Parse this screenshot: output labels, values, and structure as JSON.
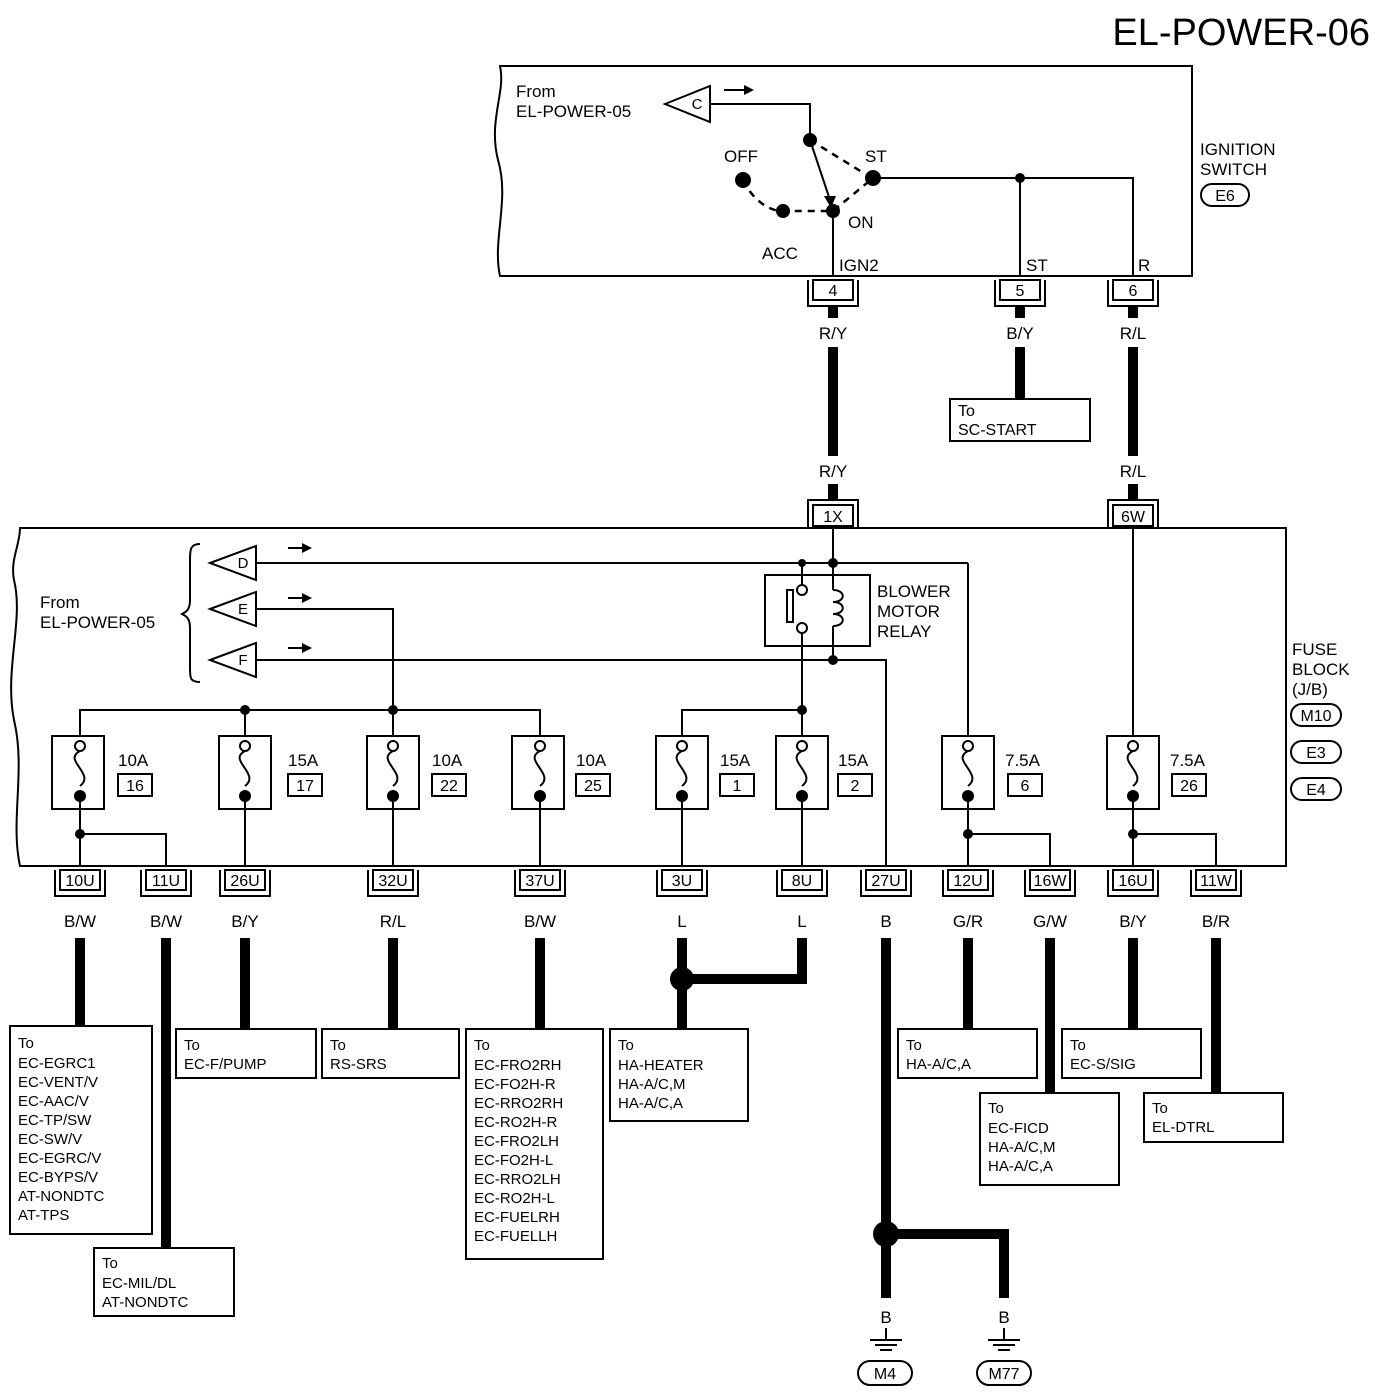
{
  "page_title": "EL-POWER-06",
  "ignition_switch": {
    "name": [
      "IGNITION",
      "SWITCH"
    ],
    "connector": "E6",
    "from_label": [
      "From",
      "EL-POWER-05"
    ],
    "from_ref": "C",
    "positions": {
      "off": "OFF",
      "acc": "ACC",
      "on": "ON",
      "st": "ST"
    },
    "outputs": [
      {
        "name": "IGN2",
        "pin": "4",
        "wire": "R/Y"
      },
      {
        "name": "ST",
        "pin": "5",
        "wire": "B/Y"
      },
      {
        "name": "R",
        "pin": "6",
        "wire": "R/L"
      }
    ],
    "st_destination": [
      "To",
      "SC-START"
    ]
  },
  "fuse_block": {
    "name": [
      "FUSE",
      "BLOCK",
      "(J/B)"
    ],
    "connectors": [
      "M10",
      "E3",
      "E4"
    ],
    "inputs": [
      {
        "pin": "1X",
        "wire": "R/Y"
      },
      {
        "pin": "6W",
        "wire": "R/L"
      }
    ],
    "from_label": [
      "From",
      "EL-POWER-05"
    ],
    "from_refs": [
      "D",
      "E",
      "F"
    ],
    "relay_name": [
      "BLOWER",
      "MOTOR",
      "RELAY"
    ],
    "fuses": [
      {
        "rating": "10A",
        "number": "16"
      },
      {
        "rating": "15A",
        "number": "17"
      },
      {
        "rating": "10A",
        "number": "22"
      },
      {
        "rating": "10A",
        "number": "25"
      },
      {
        "rating": "15A",
        "number": "1"
      },
      {
        "rating": "15A",
        "number": "2"
      },
      {
        "rating": "7.5A",
        "number": "6"
      },
      {
        "rating": "7.5A",
        "number": "26"
      }
    ]
  },
  "outputs": [
    {
      "pin": "10U",
      "wire": "B/W"
    },
    {
      "pin": "11U",
      "wire": "B/W"
    },
    {
      "pin": "26U",
      "wire": "B/Y"
    },
    {
      "pin": "32U",
      "wire": "R/L"
    },
    {
      "pin": "37U",
      "wire": "B/W"
    },
    {
      "pin": "3U",
      "wire": "L"
    },
    {
      "pin": "8U",
      "wire": "L"
    },
    {
      "pin": "27U",
      "wire": "B"
    },
    {
      "pin": "12U",
      "wire": "G/R"
    },
    {
      "pin": "16W",
      "wire": "G/W"
    },
    {
      "pin": "16U",
      "wire": "B/Y"
    },
    {
      "pin": "11W",
      "wire": "B/R"
    }
  ],
  "destinations": {
    "d10u": [
      "To",
      "EC-EGRC1",
      "EC-VENT/V",
      "EC-AAC/V",
      "EC-TP/SW",
      "EC-SW/V",
      "EC-EGRC/V",
      "EC-BYPS/V",
      "AT-NONDTC",
      "AT-TPS"
    ],
    "d11u": [
      "To",
      "EC-MIL/DL",
      "AT-NONDTC"
    ],
    "d26u": [
      "To",
      "EC-F/PUMP"
    ],
    "d32u": [
      "To",
      "RS-SRS"
    ],
    "d37u": [
      "To",
      "EC-FRO2RH",
      "EC-FO2H-R",
      "EC-RRO2RH",
      "EC-RO2H-R",
      "EC-FRO2LH",
      "EC-FO2H-L",
      "EC-RRO2LH",
      "EC-RO2H-L",
      "EC-FUELRH",
      "EC-FUELLH"
    ],
    "d3u": [
      "To",
      "HA-HEATER",
      "HA-A/C,M",
      "HA-A/C,A"
    ],
    "d12u": [
      "To",
      "HA-A/C,A"
    ],
    "d16w": [
      "To",
      "EC-FICD",
      "HA-A/C,M",
      "HA-A/C,A"
    ],
    "d16u": [
      "To",
      "EC-S/SIG"
    ],
    "d11w": [
      "To",
      "EL-DTRL"
    ]
  },
  "grounds": [
    {
      "wire": "B",
      "connector": "M4"
    },
    {
      "wire": "B",
      "connector": "M77"
    }
  ]
}
